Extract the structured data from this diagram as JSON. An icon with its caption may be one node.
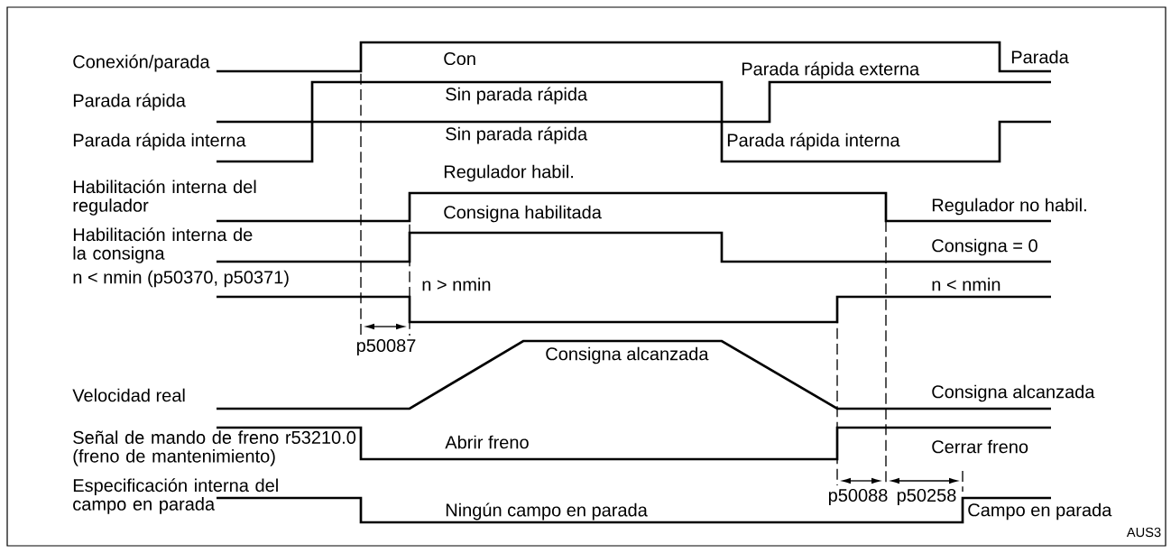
{
  "diagram": {
    "labels": [
      "Con",
      "Conexión/parada",
      "Parada",
      "Sin parada rápida",
      "Parada rápida externa",
      "Parada rápida",
      "Parada rápida interna",
      "Sin parada rápida",
      "Parada rápida interna",
      "Regulador habil.",
      "Habilitación interna del regulador",
      "Regulador no habil.",
      "Consigna habilitada",
      "Habilitación interna de la consigna",
      "Consigna = 0",
      "n < nmin (p50370, p50371)",
      "n > nmin",
      "n < nmin",
      "p50087",
      "Consigna alcanzada",
      "Velocidad real",
      "Consigna alcanzada",
      "Señal de mando de freno r53210.0 (freno de mantenimiento)",
      "Abrir freno",
      "Cerrar freno",
      "p50088",
      "p50258",
      "Especificación interna del campo en parada",
      "Ningún campo en parada",
      "Campo en parada",
      "AUS3"
    ]
  }
}
